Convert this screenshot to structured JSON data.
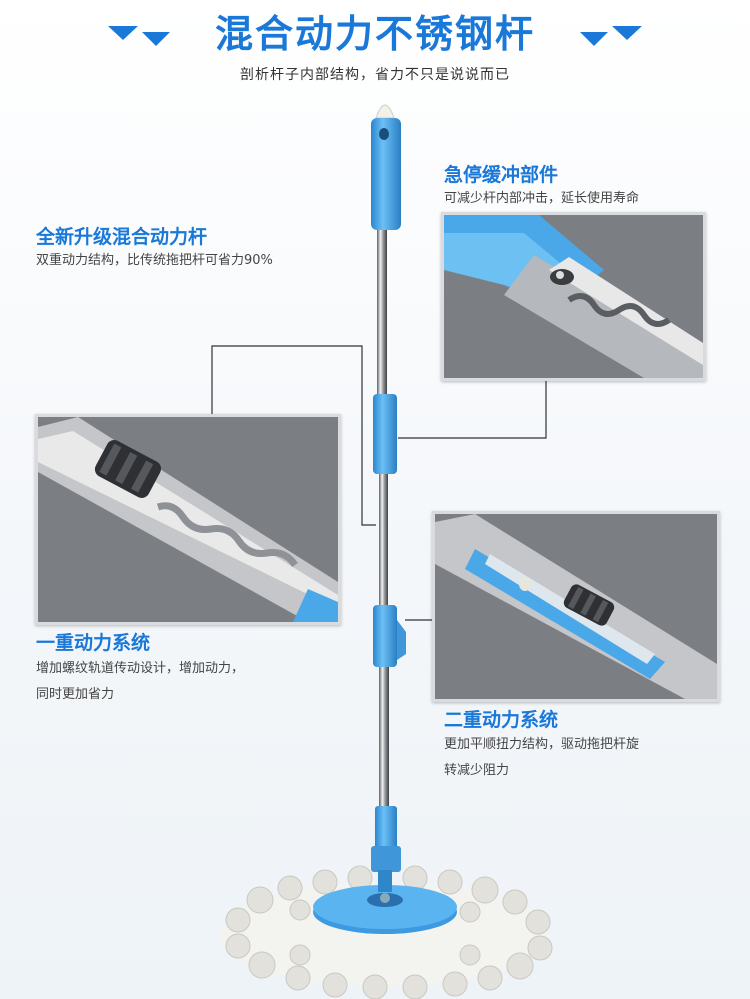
{
  "header": {
    "title": "混合动力不锈钢杆",
    "subtitle": "剖析杆子内部结构，省力不只是说说而已"
  },
  "features": {
    "buffer": {
      "title": "急停缓冲部件",
      "desc": "可减少杆内部冲击，延长使用寿命"
    },
    "hybrid": {
      "title": "全新升级混合动力杆",
      "desc": "双重动力结构，比传统拖把杆可省力90%"
    },
    "primary": {
      "title": "一重动力系统",
      "desc_line1": "增加螺纹轨道传动设计，增加动力，",
      "desc_line2": "同时更加省力"
    },
    "secondary": {
      "title": "二重动力系统",
      "desc_line1": "更加平顺扭力结构，驱动拖把杆旋",
      "desc_line2": "转减少阻力"
    }
  },
  "colors": {
    "brand_blue": "#1a78d8",
    "part_blue": "#4aa8e8",
    "panel_gray": "#7a7d82"
  },
  "icons": {
    "title_decoration": "chevron-down-icon"
  }
}
